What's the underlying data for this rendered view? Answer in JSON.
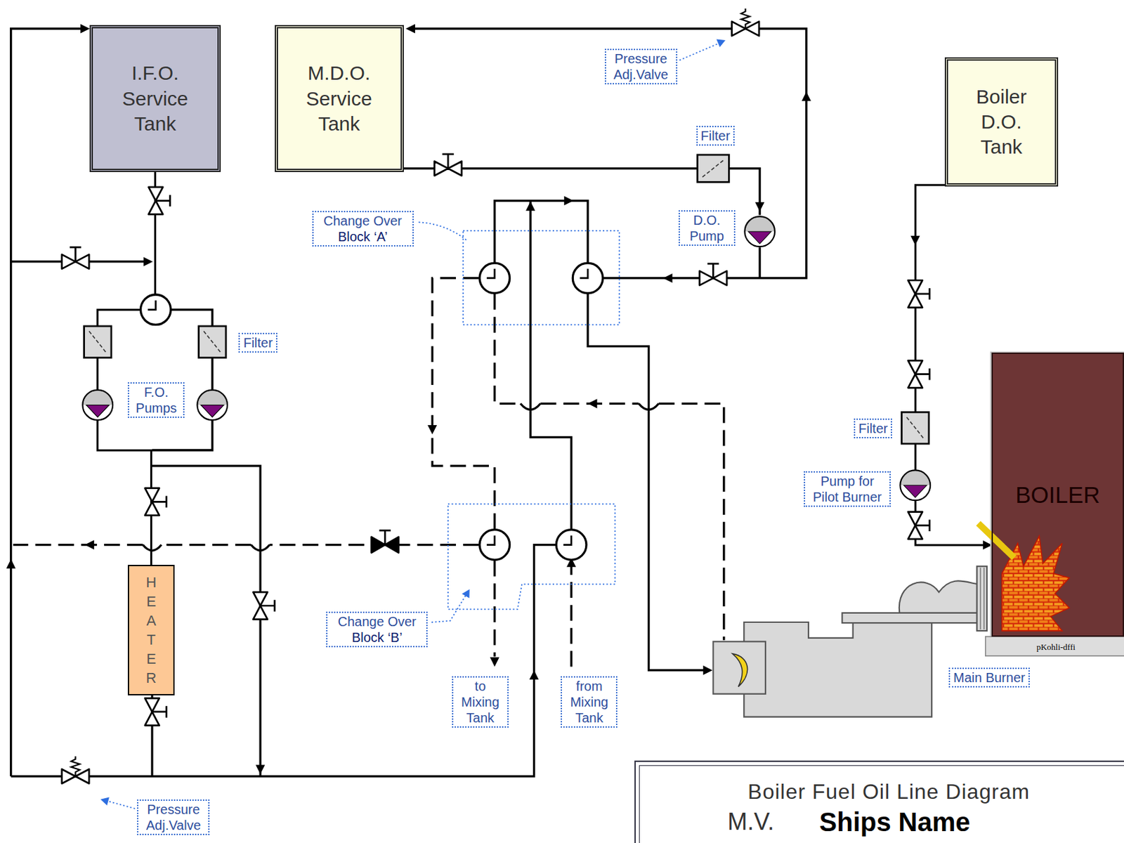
{
  "diagram": {
    "title": "Boiler Fuel Oil Line Diagram",
    "nodes": [
      {
        "text": [
          "I.F.O. Service Tank"
        ]
      },
      {
        "text": [
          "M.D.O. Service Tank"
        ]
      },
      {
        "text": [
          "Boiler D.O. Tank"
        ]
      },
      {
        "text": [
          "BOILER"
        ]
      },
      {
        "text": [
          "HEATER"
        ]
      }
    ],
    "edges": [
      {
        "from": 0,
        "to": 4,
        "arrow": "none"
      },
      {
        "from": 2,
        "to": 3,
        "arrow": "to"
      }
    ],
    "labels": [
      "Pressure Adj.Valve",
      "Filter",
      "D.O. Pump",
      "Change Over",
      "Block ‘A’",
      "Filter",
      "F.O. Pumps",
      "Change Over",
      "Block ‘B’",
      "to Mixing Tank",
      "from Mixing Tank",
      "Filter",
      "Pump for Pilot Burner",
      "Main Burner",
      "pKohli-dffi",
      "Pressure Adj.Valve",
      "M.V.",
      "Ships Name"
    ]
  }
}
